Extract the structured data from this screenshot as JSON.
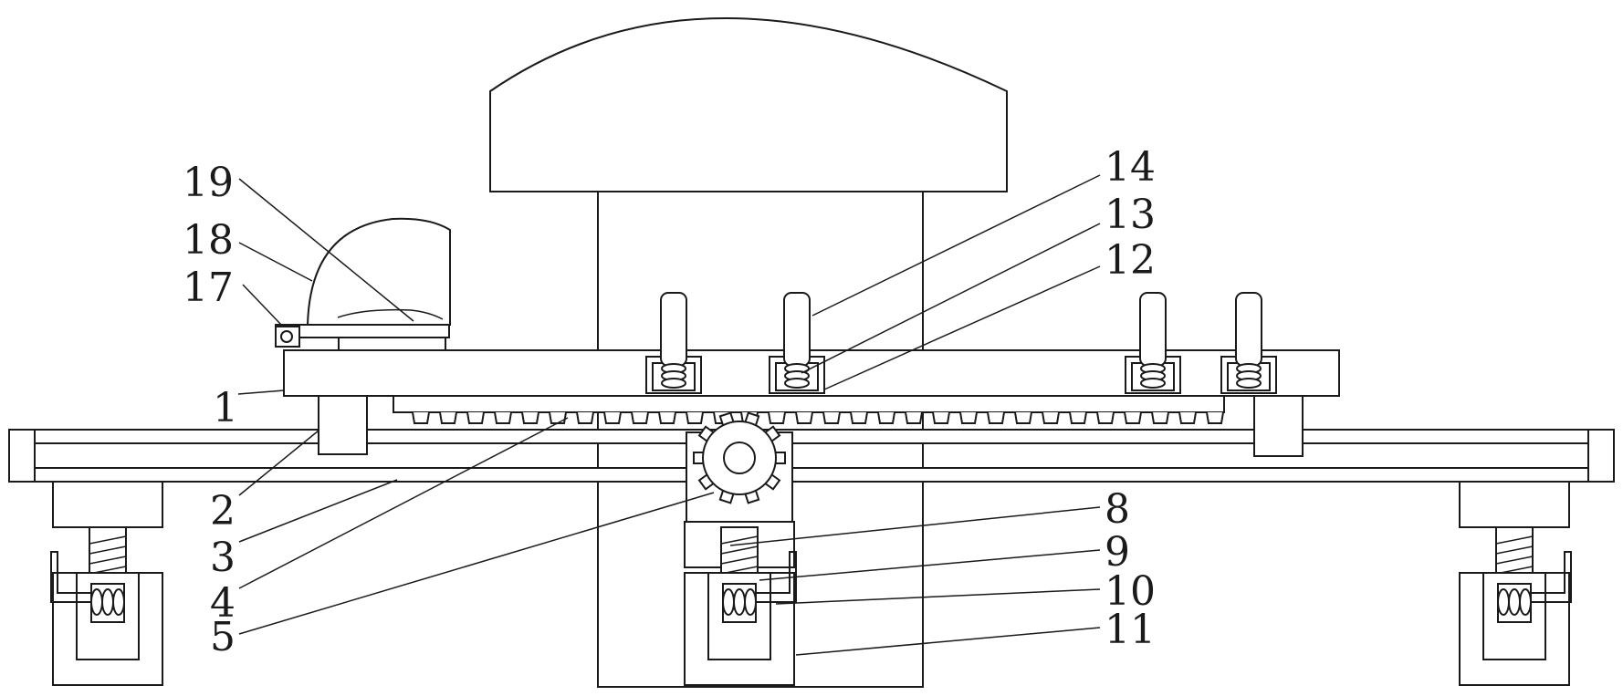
{
  "colors": {
    "line": "#1a1a1a",
    "background": "#ffffff"
  },
  "labels": {
    "l1": "1",
    "l2": "2",
    "l3": "3",
    "l4": "4",
    "l5": "5",
    "l8": "8",
    "l9": "9",
    "l10": "10",
    "l11": "11",
    "l12": "12",
    "l13": "13",
    "l14": "14",
    "l17": "17",
    "l18": "18",
    "l19": "19"
  }
}
